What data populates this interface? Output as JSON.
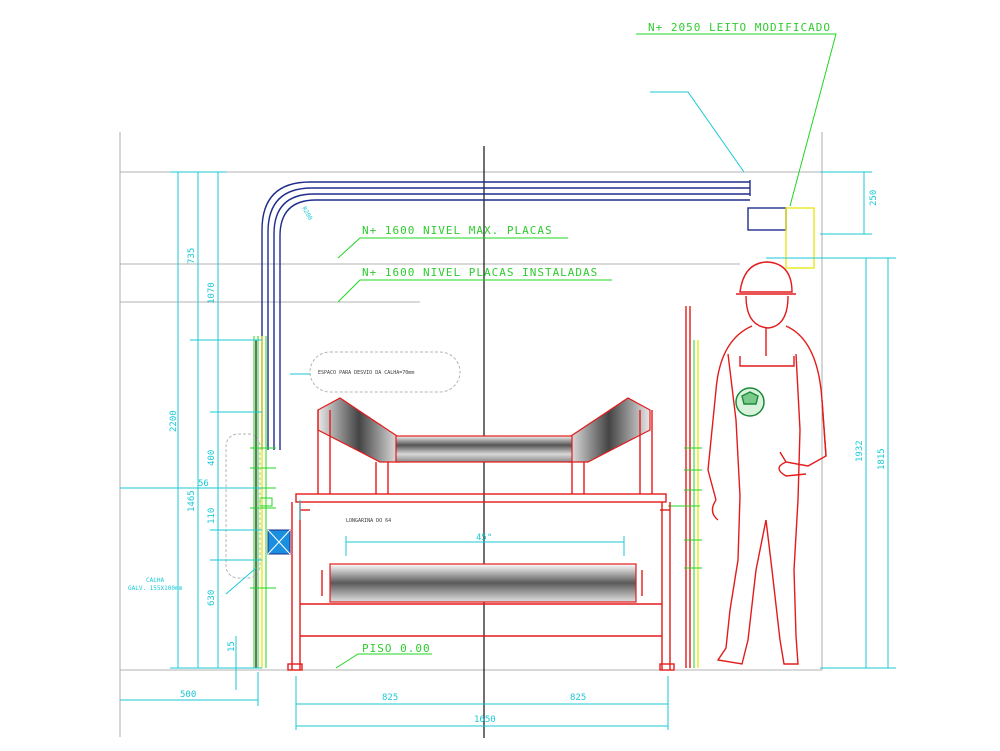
{
  "drawing": {
    "level_labels": {
      "leito_modificado": "N+ 2050 LEITO MODIFICADO",
      "nivel_max_placas": "N+ 1600 NIVEL MAX. PLACAS",
      "nivel_placas_instaladas": "N+ 1600 NIVEL PLACAS INSTALADAS",
      "piso": "PISO 0.00"
    },
    "notes": {
      "espaco": "ESPACO PARA DESVIO DA CALHA=70mm",
      "longarina": "LONGARINA DO 64",
      "calha_line1": "CALHA",
      "calha_line2": "GALV. 155X100mm",
      "radius": "R200",
      "angle": "45°"
    },
    "dimensions": {
      "left_735": "735",
      "left_1070": "1070",
      "left_2200": "2200",
      "left_400": "400",
      "left_1465": "1465",
      "left_110": "110",
      "left_630": "630",
      "left_15": "15",
      "left_56": "56",
      "bottom_500": "500",
      "bottom_825_left": "825",
      "bottom_825_right": "825",
      "bottom_1650": "1650",
      "right_250": "250",
      "right_1932": "1932",
      "right_1815": "1815"
    },
    "colors": {
      "dimension": "#19c9d6",
      "leader": "#22d522",
      "conveyor": "#e31b1b",
      "cable_tray": "#1f2e8c",
      "box": "#e6e60a",
      "background": "#ffffff"
    }
  }
}
